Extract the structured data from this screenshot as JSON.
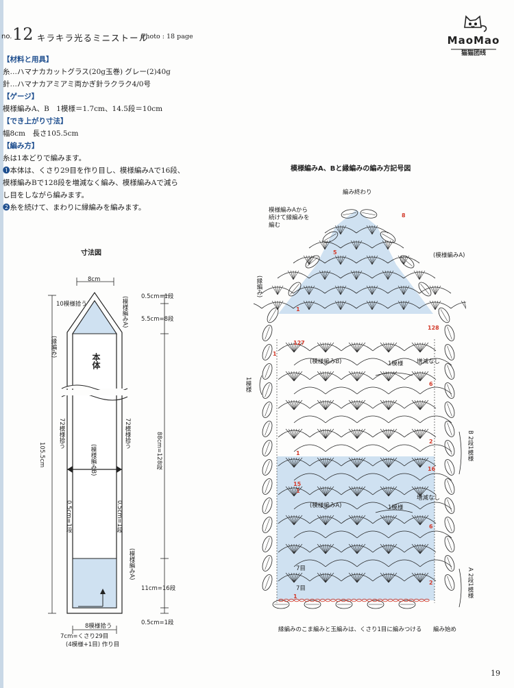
{
  "header": {
    "no_prefix": "no.",
    "number": "12",
    "title": "キラキラ光るミニストール",
    "photo_ref": "Photo : 18 page"
  },
  "logo": {
    "text": "MaoMao",
    "subtitle": "猫猫团线"
  },
  "materials": {
    "heading": "【材料と用具】",
    "yarn": "糸…ハマナカカットグラス(20g玉巻) グレー(2)40g",
    "needle": "針…ハマナカアミアミ両かぎ針ラクラク4/0号"
  },
  "gauge": {
    "heading": "【ゲージ】",
    "text": "模様編みA、B　1模様＝1.7cm、14.5段＝10cm"
  },
  "finished_size": {
    "heading": "【でき上がり寸法】",
    "text": "幅8cm　長さ105.5cm"
  },
  "method": {
    "heading": "【編み方】",
    "line1": "糸は1本どりで編みます。",
    "step1_num": "❶",
    "step1_a": "本体は、くさり29目を作り目し、模様編みAで16段、",
    "step1_b": "模様編みBで128段を増減なく編み、模様編みAで減ら",
    "step1_c": "し目をしながら編みます。",
    "step2_num": "❷",
    "step2": "糸を続けて、まわりに縁編みを編みます。"
  },
  "size_diagram": {
    "title": "寸法図",
    "width_top": "8cm",
    "pick_top": "10模様拾う",
    "body_label": "本体",
    "pattern_a_top": "(模様編みA)",
    "edging": "(縁編み)",
    "pattern_b": "(模様編みB)",
    "pattern_a_bottom": "(模様編みA)",
    "pick_side_left": "72模様拾う",
    "pick_side_right": "72模様拾う",
    "total_length": "105.5cm",
    "r1": "0.5cm=1段",
    "r2": "5.5cm=8段",
    "r3": "88cm=128段",
    "r4": "11cm=16段",
    "r5": "0.5cm=1段",
    "edge_left": "0.5cm=1段",
    "edge_right": "0.5cm=1段",
    "pick_bottom": "8模様拾う",
    "foundation_1": "7cm=くさり29目",
    "foundation_2": "(4模様+1目) 作り目"
  },
  "chart": {
    "title": "模様編みA、Bと縁編みの編み方記号図",
    "end_label": "編み終わり",
    "from_a_1": "模様編みAから",
    "from_a_2": "続けて縁編みを",
    "from_a_3": "編む",
    "pattern_a_top": "(模様編みA)",
    "edging_label": "(縁編み)",
    "pattern_b_label": "(模様編みB)",
    "one_repeat_1": "1模様",
    "no_change_1": "増減なし",
    "pattern_a_label": "(模様編みA)",
    "one_repeat_2": "1模様",
    "no_change_2": "増減なし",
    "side_1rep": "1模様",
    "side_b": "B 2段1模様",
    "side_a": "A 2段1模様",
    "stitches_7": "7目",
    "stitches_7b": "7目",
    "footer_note": "縁編みのこま編みと玉編みは、くさり1目に編みつける",
    "start_label": "編み始め",
    "row_numbers": [
      "8",
      "5",
      "1",
      "128",
      "127",
      "1",
      "6",
      "2",
      "1",
      "16",
      "15",
      "1",
      "6",
      "2",
      "1"
    ]
  },
  "page_number": "19"
}
